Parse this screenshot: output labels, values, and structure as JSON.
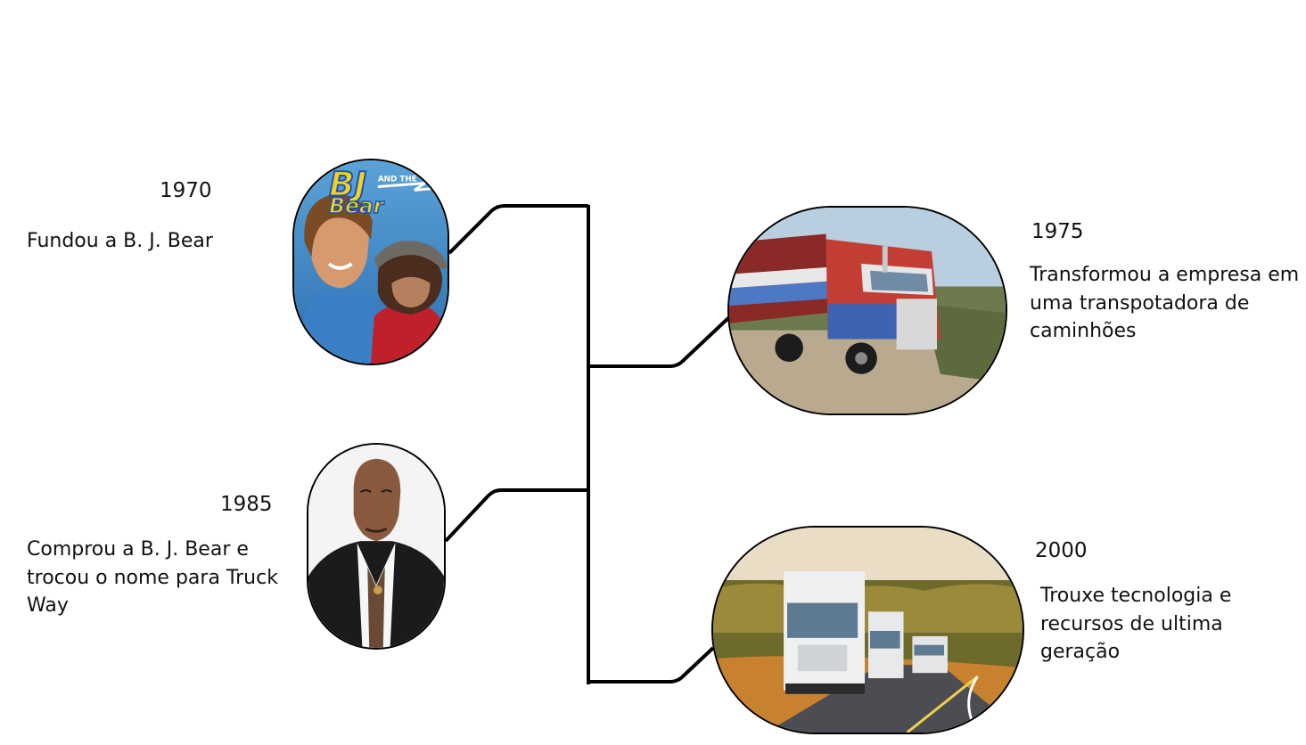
{
  "events": [
    {
      "year": "1970",
      "text": "Fundou a B. J. Bear",
      "image": "tv-show-poster-bj-and-the-bear"
    },
    {
      "year": "1975",
      "text": "Transformou a empresa em uma transpotadora de caminhões",
      "image": "red-white-blue-semi-truck"
    },
    {
      "year": "1985",
      "text": "Comprou a B. J. Bear e trocou o nome para Truck Way",
      "image": "man-portrait-black-suit"
    },
    {
      "year": "2000",
      "text": "Trouxe tecnologia e recursos de ultima geração",
      "image": "white-trucks-on-road-convoy"
    }
  ],
  "logo": {
    "line1": "BJ",
    "line2": "AND THE",
    "line3": "Bear"
  },
  "colors": {
    "line": "#000000",
    "logo_yellow": "#f4d31f",
    "logo_blue": "#1f4fb4"
  }
}
